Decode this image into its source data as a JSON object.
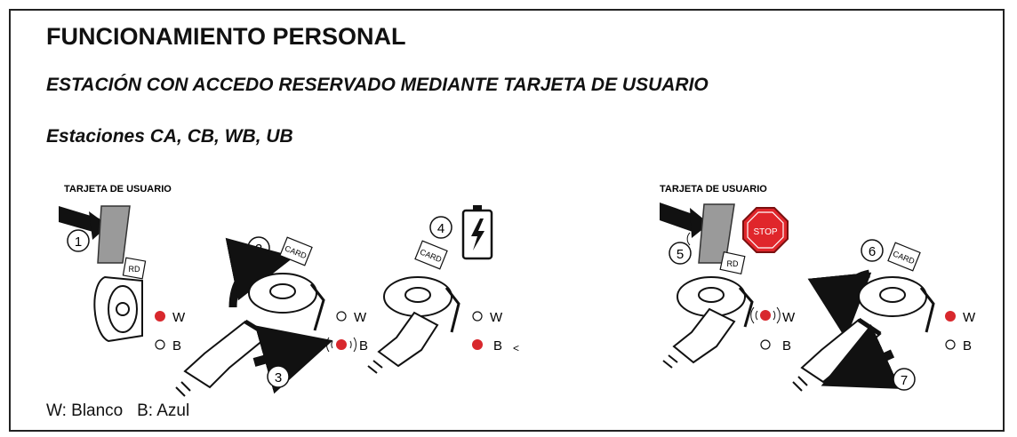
{
  "header": {
    "title": "FUNCIONAMIENTO PERSONAL",
    "subtitle": "ESTACIÓN CON ACCEDO RESERVADO MEDIANTE TARJETA DE USUARIO",
    "stations": "Estaciones CA, CB, WB, UB"
  },
  "diagram": {
    "card_label_left": "TARJETA DE USUARIO",
    "card_label_right": "TARJETA DE USUARIO",
    "socket_card_label": "CARD",
    "socket_card_label_partial": "RD",
    "stop_sign": "STOP",
    "led_w": "W",
    "led_b": "B",
    "steps": [
      "1",
      "2",
      "3",
      "4",
      "5",
      "6",
      "7"
    ],
    "colors": {
      "led_on": "#d8282d",
      "stop": "#e0262b",
      "ink": "#111111"
    },
    "icons": [
      "hand-arrow-icon",
      "user-card-icon",
      "socket-icon",
      "plug-icon",
      "battery-charging-icon",
      "stop-sign-icon",
      "curved-arrow-icon",
      "led-indicator-icon"
    ]
  },
  "footer": {
    "legend": "W: Blanco   B: Azul"
  }
}
